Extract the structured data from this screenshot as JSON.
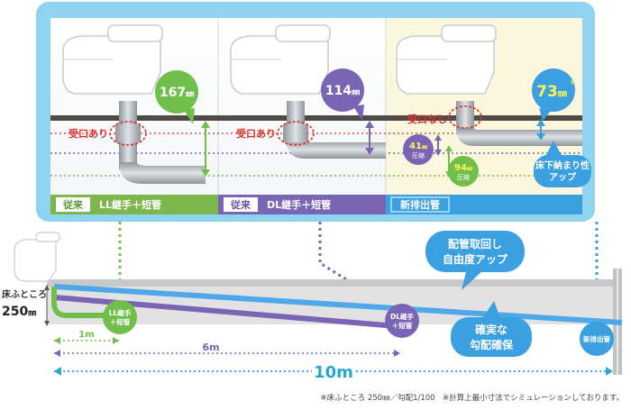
{
  "panels": [
    {
      "id": "ll",
      "tag": "従来",
      "label": "LL継手＋短管",
      "measure": "167",
      "unit": "㎜",
      "receiver": "受口あり",
      "bar_color": "#7db64a",
      "bubble_color": "#6fbf4a"
    },
    {
      "id": "dl",
      "tag": "従来",
      "label": "DL継手＋短管",
      "measure": "114",
      "unit": "㎜",
      "receiver": "受口あり",
      "bar_color": "#7a64b4",
      "bubble_color": "#7a64b4"
    },
    {
      "id": "new",
      "tag": "",
      "label": "新排出管",
      "measure": "73",
      "unit": "㎜",
      "unit_super": "※",
      "receiver": "受口なし",
      "bar_color": "#3aa0e0",
      "bubble_color": "#3aa0e0",
      "diff_purple": "41",
      "diff_purple_unit": "㎜",
      "diff_purple_word": "圧縮",
      "diff_green": "94",
      "diff_green_unit": "㎜",
      "diff_green_word": "圧縮",
      "callout_lines": [
        "床下納まり性",
        "アップ"
      ]
    }
  ],
  "lower": {
    "floor_label_line1": "床ふところ",
    "floor_label_line2": "250",
    "floor_label_unit": "㎜",
    "dist_1m": "1m",
    "dist_6m": "6m",
    "dist_10m": "10m",
    "badge_ll": [
      "LL継手",
      "＋短管"
    ],
    "badge_dl": [
      "DL継手",
      "＋短管"
    ],
    "badge_new": [
      "新排出管"
    ],
    "callout_top": [
      "配管取回し",
      "自由度アップ"
    ],
    "callout_bottom": [
      "確実な",
      "勾配確保"
    ]
  },
  "footnote": "※床ふところ 250㎜／勾配1/100　※計算上最小寸法でシミュレーションしております。",
  "colors": {
    "panel_frame": "#8fd3f0",
    "green": "#6fbf4a",
    "purple": "#7a64b4",
    "blue": "#3aa0e0",
    "red": "#d9312b",
    "floor_band": "#dcdcdc",
    "dim_line": "#2aa6c9"
  }
}
